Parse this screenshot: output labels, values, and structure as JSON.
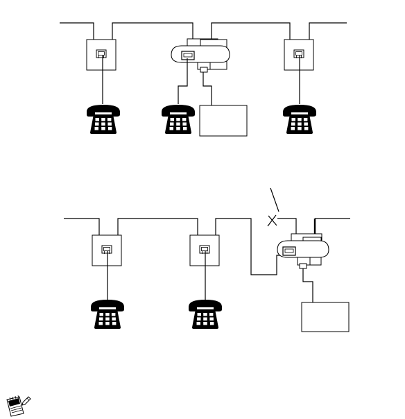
{
  "diagram": {
    "top_row": {
      "wall_jacks": 2,
      "telephones": 3,
      "adapters": 1,
      "devices": 1
    },
    "bottom_row": {
      "wall_jacks": 2,
      "telephones": 2,
      "adapters": 1,
      "devices": 1,
      "disconnected_line_marker": "X"
    }
  },
  "icons": {
    "wall_jack": "wall-jack-icon",
    "telephone": "telephone-icon",
    "adapter": "two-line-adapter-icon",
    "device": "device-box",
    "note": "note-pad-pencil-icon"
  },
  "colors": {
    "line": "#000000",
    "background": "#ffffff"
  }
}
